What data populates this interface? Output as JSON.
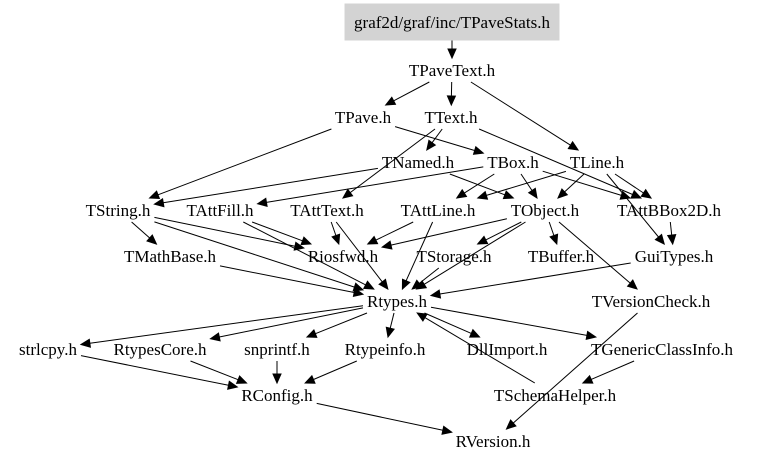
{
  "diagram": {
    "root_fill": "#d3d3d3",
    "nodes": [
      {
        "id": "root",
        "label": "graf2d/graf/inc/TPaveStats.h"
      },
      {
        "id": "tpavetext",
        "label": "TPaveText.h"
      },
      {
        "id": "tpave",
        "label": "TPave.h"
      },
      {
        "id": "ttext",
        "label": "TText.h"
      },
      {
        "id": "tnamed",
        "label": "TNamed.h"
      },
      {
        "id": "tbox",
        "label": "TBox.h"
      },
      {
        "id": "tline",
        "label": "TLine.h"
      },
      {
        "id": "tstring",
        "label": "TString.h"
      },
      {
        "id": "tattfill",
        "label": "TAttFill.h"
      },
      {
        "id": "tatttext",
        "label": "TAttText.h"
      },
      {
        "id": "tattline",
        "label": "TAttLine.h"
      },
      {
        "id": "tobject",
        "label": "TObject.h"
      },
      {
        "id": "tattbbox2d",
        "label": "TAttBBox2D.h"
      },
      {
        "id": "tmathbase",
        "label": "TMathBase.h"
      },
      {
        "id": "riosfwd",
        "label": "Riosfwd.h"
      },
      {
        "id": "tstorage",
        "label": "TStorage.h"
      },
      {
        "id": "tbuffer",
        "label": "TBuffer.h"
      },
      {
        "id": "guitypes",
        "label": "GuiTypes.h"
      },
      {
        "id": "rtypes",
        "label": "Rtypes.h"
      },
      {
        "id": "tversioncheck",
        "label": "TVersionCheck.h"
      },
      {
        "id": "strlcpy",
        "label": "strlcpy.h"
      },
      {
        "id": "rtypescore",
        "label": "RtypesCore.h"
      },
      {
        "id": "snprintf",
        "label": "snprintf.h"
      },
      {
        "id": "rtypeinfo",
        "label": "Rtypeinfo.h"
      },
      {
        "id": "dllimport",
        "label": "DllImport.h"
      },
      {
        "id": "tgenericclassinfo",
        "label": "TGenericClassInfo.h"
      },
      {
        "id": "rconfig",
        "label": "RConfig.h"
      },
      {
        "id": "tschemahelper",
        "label": "TSchemaHelper.h"
      },
      {
        "id": "rversion",
        "label": "RVersion.h"
      }
    ],
    "edges": [
      [
        "root",
        "tpavetext"
      ],
      [
        "tpavetext",
        "tpave"
      ],
      [
        "tpavetext",
        "ttext"
      ],
      [
        "tpavetext",
        "tline"
      ],
      [
        "tpave",
        "tbox"
      ],
      [
        "tpave",
        "tstring"
      ],
      [
        "ttext",
        "tnamed"
      ],
      [
        "ttext",
        "tatttext"
      ],
      [
        "ttext",
        "tattbbox2d"
      ],
      [
        "tnamed",
        "tstring"
      ],
      [
        "tnamed",
        "tobject"
      ],
      [
        "tbox",
        "tattfill"
      ],
      [
        "tbox",
        "tattline"
      ],
      [
        "tbox",
        "tobject"
      ],
      [
        "tbox",
        "tattbbox2d"
      ],
      [
        "tline",
        "tattline"
      ],
      [
        "tline",
        "tobject"
      ],
      [
        "tline",
        "tattbbox2d"
      ],
      [
        "tline",
        "guitypes"
      ],
      [
        "tstring",
        "tmathbase"
      ],
      [
        "tstring",
        "riosfwd"
      ],
      [
        "tstring",
        "rtypes"
      ],
      [
        "tattfill",
        "riosfwd"
      ],
      [
        "tattfill",
        "rtypes"
      ],
      [
        "tatttext",
        "riosfwd"
      ],
      [
        "tatttext",
        "rtypes"
      ],
      [
        "tattline",
        "riosfwd"
      ],
      [
        "tattline",
        "rtypes"
      ],
      [
        "tobject",
        "riosfwd"
      ],
      [
        "tobject",
        "tstorage"
      ],
      [
        "tobject",
        "tbuffer"
      ],
      [
        "tobject",
        "tversioncheck"
      ],
      [
        "tobject",
        "rtypes"
      ],
      [
        "tattbbox2d",
        "guitypes"
      ],
      [
        "tmathbase",
        "rtypes"
      ],
      [
        "tstorage",
        "rtypes"
      ],
      [
        "guitypes",
        "rtypes"
      ],
      [
        "tversioncheck",
        "rversion"
      ],
      [
        "rtypes",
        "strlcpy"
      ],
      [
        "rtypes",
        "rtypescore"
      ],
      [
        "rtypes",
        "snprintf"
      ],
      [
        "rtypes",
        "rtypeinfo"
      ],
      [
        "rtypes",
        "dllimport"
      ],
      [
        "rtypes",
        "tgenericclassinfo"
      ],
      [
        "strlcpy",
        "rconfig"
      ],
      [
        "rtypescore",
        "rconfig"
      ],
      [
        "snprintf",
        "rconfig"
      ],
      [
        "rtypeinfo",
        "rconfig"
      ],
      [
        "tgenericclassinfo",
        "tschemahelper"
      ],
      [
        "tschemahelper",
        "rtypes"
      ],
      [
        "rconfig",
        "rversion"
      ]
    ]
  }
}
